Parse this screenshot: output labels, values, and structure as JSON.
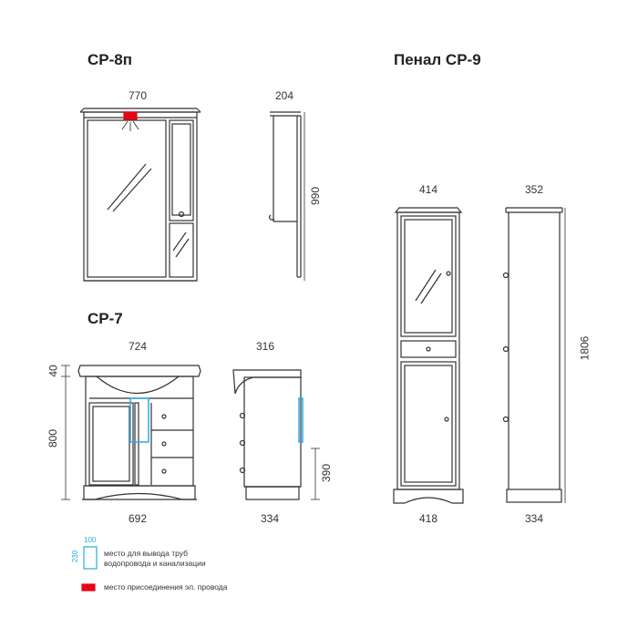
{
  "titles": {
    "cp8p": "СР-8п",
    "cp7": "СР-7",
    "penal": "Пенал СР-9"
  },
  "dimensions": {
    "cp8p_width": "770",
    "cp8p_depth": "204",
    "cp8p_height": "990",
    "cp7_width_top": "724",
    "cp7_depth_top": "316",
    "cp7_top_thickness": "40",
    "cp7_height": "800",
    "cp7_width_bottom": "692",
    "cp7_depth_bottom": "334",
    "cp7_pipe_height": "390",
    "penal_width_top": "414",
    "penal_depth_top": "352",
    "penal_height": "1806",
    "penal_width_bottom": "418",
    "penal_depth_bottom": "334"
  },
  "legend": {
    "pipe_width": "100",
    "pipe_height": "230",
    "pipe_text_line1": "место для вывода труб",
    "pipe_text_line2": "водопровода и канализации",
    "power_text": "место присоединения эл. провода"
  },
  "colors": {
    "outline": "#333333",
    "pipe_zone": "#29abe2",
    "power_point": "#e30613"
  }
}
